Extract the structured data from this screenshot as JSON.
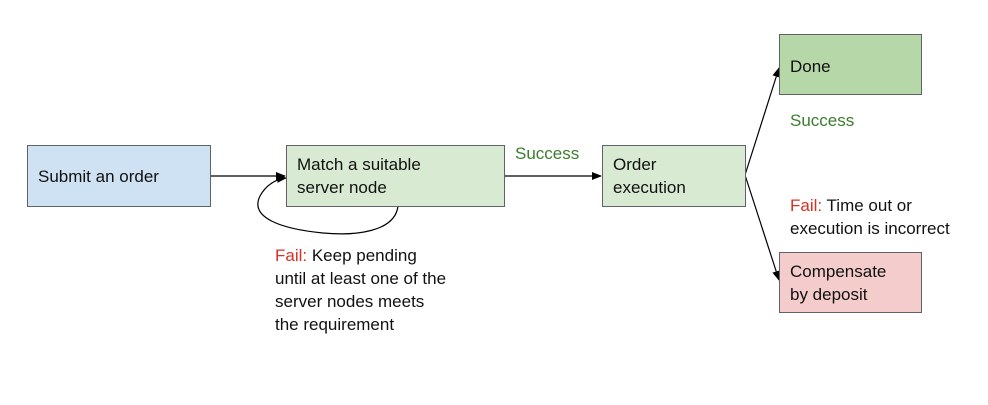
{
  "nodes": {
    "submit_order": {
      "text": "Submit an order",
      "fill": "#cfe2f3"
    },
    "match_node": {
      "lines": [
        "Match a suitable",
        "server node"
      ],
      "fill": "#d9ead3"
    },
    "order_execution": {
      "lines": [
        "Order",
        "execution"
      ],
      "fill": "#d9ead3"
    },
    "done": {
      "text": "Done",
      "fill": "#b6d7a8"
    },
    "compensate": {
      "lines": [
        "Compensate",
        "by deposit"
      ],
      "fill": "#f4cccc"
    }
  },
  "edge_labels": {
    "success_to_execution": "Success",
    "success_to_done": "Success",
    "fail_keyword": "Fail:",
    "fail_pending": {
      "first": " Keep pending",
      "rest": [
        "until at least one of the",
        "server nodes meets",
        "the requirement"
      ]
    },
    "fail_execution": {
      "first": " Time out or",
      "rest": [
        "execution is incorrect"
      ]
    }
  },
  "colors": {
    "success_text": "#3a7d2c",
    "fail_text": "#d93025",
    "border": "#5f6368",
    "arrow": "#000000"
  }
}
